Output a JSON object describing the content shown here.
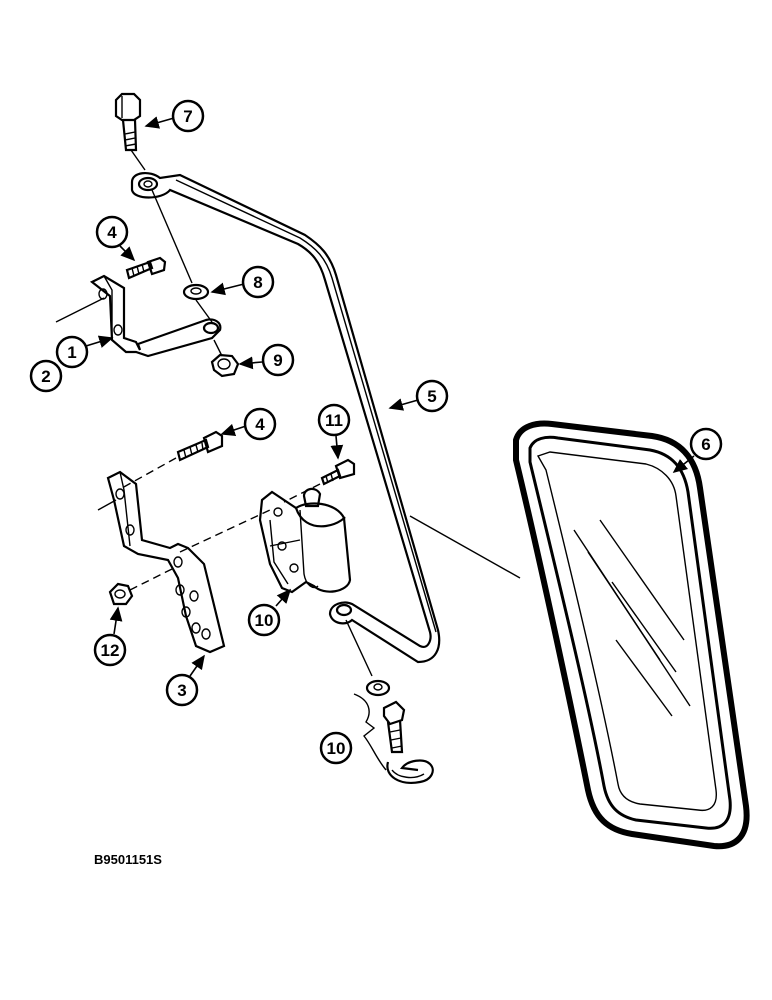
{
  "figure_code": "B9501151S",
  "callouts": [
    "7",
    "4",
    "8",
    "1",
    "2",
    "9",
    "5",
    "4",
    "11",
    "6",
    "10",
    "12",
    "3",
    "10"
  ],
  "colors": {
    "ink": "#000000",
    "paper": "#ffffff"
  }
}
